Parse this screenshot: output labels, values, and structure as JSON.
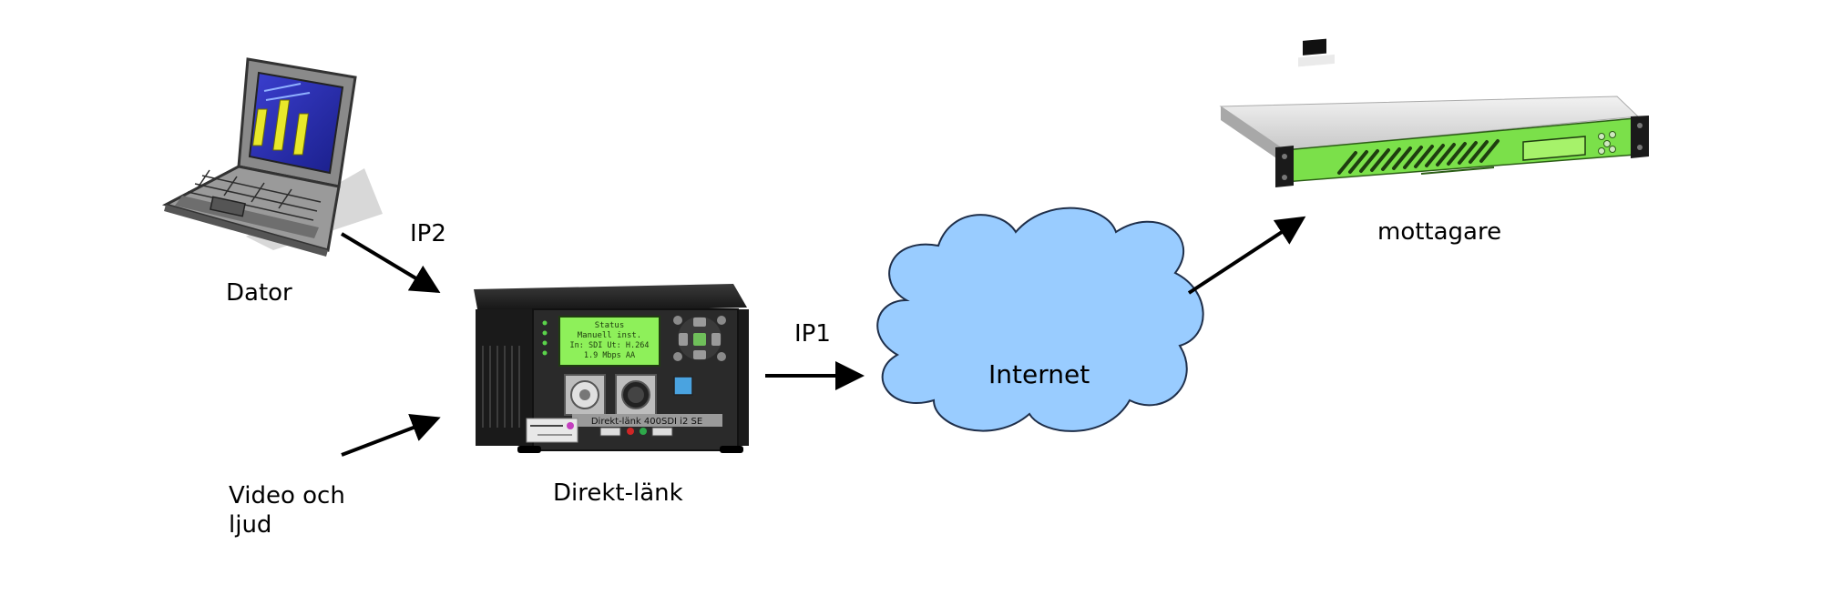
{
  "labels": {
    "dator": "Dator",
    "ip2": "IP2",
    "video_line1": "Video och",
    "video_line2": "ljud",
    "direkt_lank": "Direkt-länk",
    "ip1": "IP1",
    "internet": "Internet",
    "mottagare": "mottagare"
  },
  "device_front": {
    "lcd_line1": "Status",
    "lcd_line2": "Manuell inst.",
    "lcd_line3": "In: SDI Ut: H.264",
    "lcd_line4": "1.9 Mbps AA",
    "model_label": "Direkt-länk 400SDI i2 SE"
  },
  "colors": {
    "cloud_fill": "#99ccff",
    "receiver_green": "#7be04a",
    "lcd_green": "#8ef05a"
  },
  "icons": [
    "laptop-icon",
    "encoder-device-icon",
    "cloud-icon",
    "rack-receiver-icon"
  ]
}
